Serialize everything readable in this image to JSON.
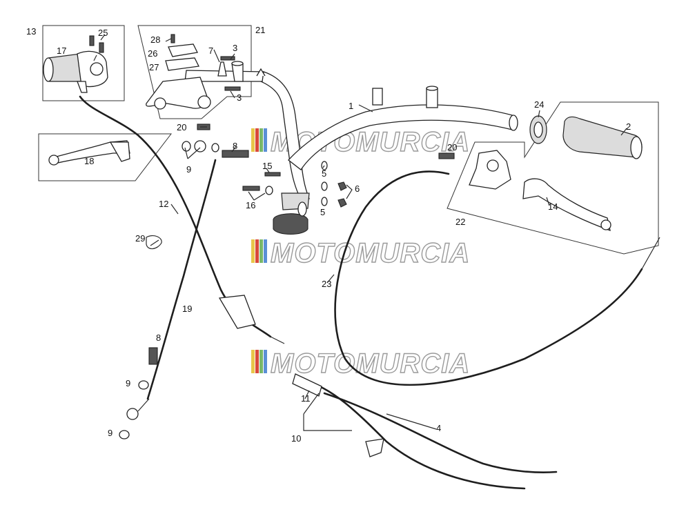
{
  "watermark": {
    "text": "MOTOMURCIA",
    "stripe_colors": [
      "#e8c74a",
      "#d94a3a",
      "#7ab86a",
      "#5b8fd6"
    ]
  },
  "callouts": {
    "c1": "1",
    "c2": "2",
    "c3a": "3",
    "c3b": "3",
    "c4": "4",
    "c5a": "5",
    "c5b": "5",
    "c6": "6",
    "c7": "7",
    "c8a": "8",
    "c8b": "8",
    "c9a": "9",
    "c9b": "9",
    "c9c": "9",
    "c10": "10",
    "c11": "11",
    "c12": "12",
    "c13": "13",
    "c14": "14",
    "c15": "15",
    "c16": "16",
    "c17": "17",
    "c18": "18",
    "c19": "19",
    "c20a": "20",
    "c20b": "20",
    "c21": "21",
    "c22": "22",
    "c23": "23",
    "c24": "24",
    "c25": "25",
    "c26": "26",
    "c27": "27",
    "c28": "28",
    "c29": "29"
  }
}
